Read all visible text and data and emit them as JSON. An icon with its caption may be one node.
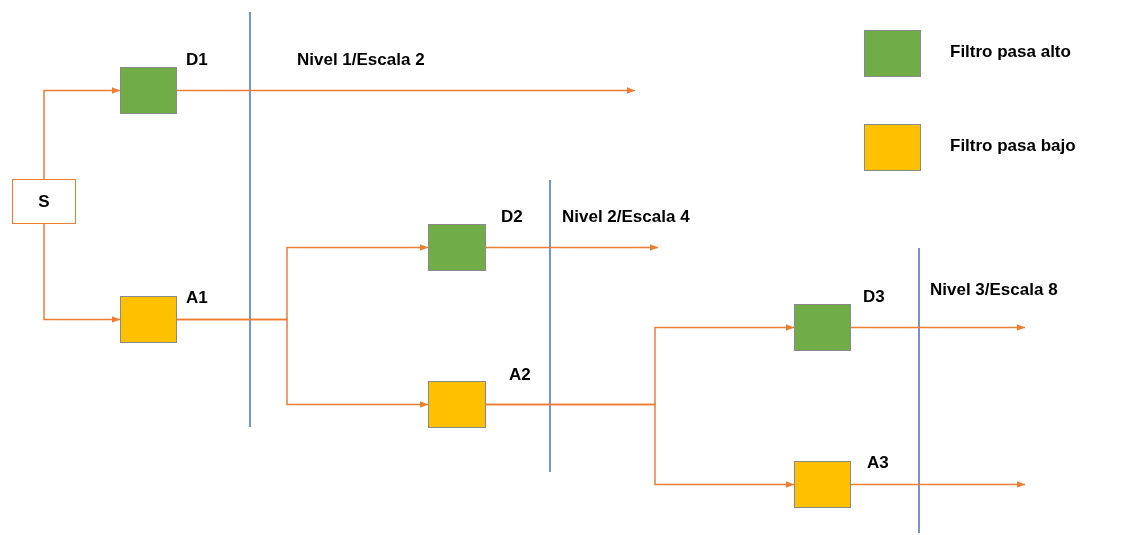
{
  "diagram": {
    "nodes": [
      {
        "text": [
          "S"
        ]
      },
      {
        "text": [
          "D1"
        ]
      },
      {
        "text": [
          "A1"
        ]
      },
      {
        "text": [
          "D2"
        ]
      },
      {
        "text": [
          "A2"
        ]
      },
      {
        "text": [
          "D3"
        ]
      },
      {
        "text": [
          "A3"
        ]
      }
    ],
    "edges": [
      {
        "from": 0,
        "to": 1,
        "arrow": "to"
      },
      {
        "from": 0,
        "to": 2,
        "arrow": "to"
      },
      {
        "from": 1,
        "to": null,
        "arrow": "to"
      },
      {
        "from": 2,
        "to": 3,
        "arrow": "to"
      },
      {
        "from": 2,
        "to": 4,
        "arrow": "to"
      },
      {
        "from": 3,
        "to": null,
        "arrow": "to"
      },
      {
        "from": 4,
        "to": 5,
        "arrow": "to"
      },
      {
        "from": 4,
        "to": 6,
        "arrow": "to"
      },
      {
        "from": 5,
        "to": null,
        "arrow": "to"
      },
      {
        "from": 6,
        "to": null,
        "arrow": "to"
      }
    ],
    "labels": [
      "Nivel 1/Escala 2",
      "Nivel 2/Escala 4",
      "Nivel 3/Escala 8"
    ],
    "legend": [
      {
        "text": "Filtro pasa alto",
        "color": "#70ad47"
      },
      {
        "text": "Filtro pasa bajo",
        "color": "#ffc000"
      }
    ]
  }
}
